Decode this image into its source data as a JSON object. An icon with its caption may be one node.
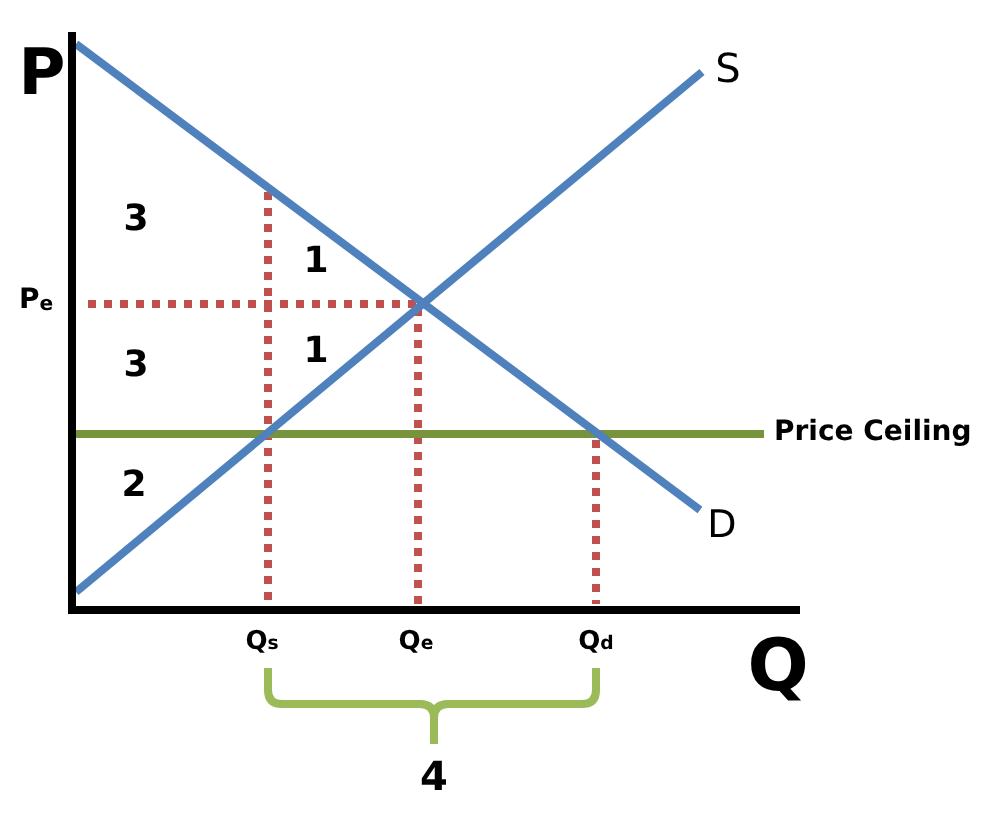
{
  "diagram": {
    "labels": [
      "P",
      "S",
      "3",
      "1",
      "P$_{e}$",
      "3",
      "1",
      "Price Ceiling",
      "2",
      "D",
      "Q$_{s}$",
      "Q$_{e}$",
      "Q$_{d}$",
      "Q",
      "4"
    ]
  }
}
